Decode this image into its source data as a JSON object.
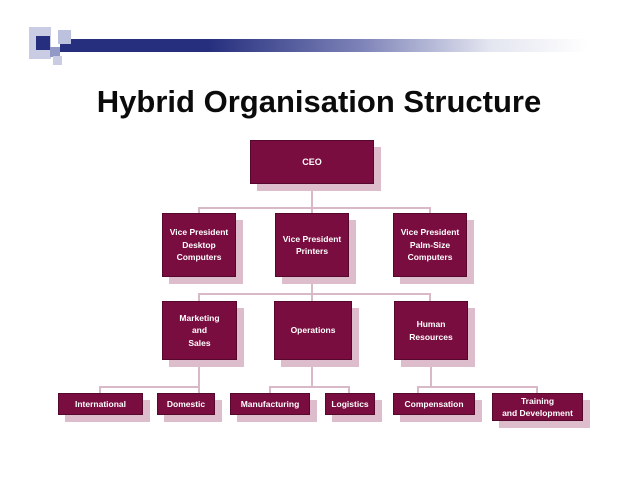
{
  "title": "Hybrid Organisation Structure",
  "decoration": {
    "accent_navy": "#262f7e",
    "accent_light": "#c9cce3"
  },
  "org_chart": {
    "type": "organization-chart",
    "colors": {
      "box_fill": "#7a0d3f",
      "box_shadow": "#ddbccb",
      "connector": "#d9b8c8",
      "text": "#ffffff"
    },
    "nodes": {
      "ceo": {
        "label": "CEO",
        "reports_to": null
      },
      "vp_desktop": {
        "label": "Vice President\nDesktop\nComputers",
        "reports_to": "CEO"
      },
      "vp_printers": {
        "label": "Vice President\nPrinters",
        "reports_to": "CEO"
      },
      "vp_palm": {
        "label": "Vice President\nPalm-Size\nComputers",
        "reports_to": "CEO"
      },
      "marketing": {
        "label": "Marketing\nand\nSales",
        "reports_to": "Vice President Printers"
      },
      "operations": {
        "label": "Operations",
        "reports_to": "Vice President Printers"
      },
      "human_resources": {
        "label": "Human\nResources",
        "reports_to": "Vice President Printers"
      },
      "international": {
        "label": "International",
        "reports_to": "Marketing and Sales"
      },
      "domestic": {
        "label": "Domestic",
        "reports_to": "Marketing and Sales"
      },
      "manufacturing": {
        "label": "Manufacturing",
        "reports_to": "Operations"
      },
      "logistics": {
        "label": "Logistics",
        "reports_to": "Operations"
      },
      "compensation": {
        "label": "Compensation",
        "reports_to": "Human Resources"
      },
      "training": {
        "label": "Training\nand Development",
        "reports_to": "Human Resources"
      }
    }
  }
}
